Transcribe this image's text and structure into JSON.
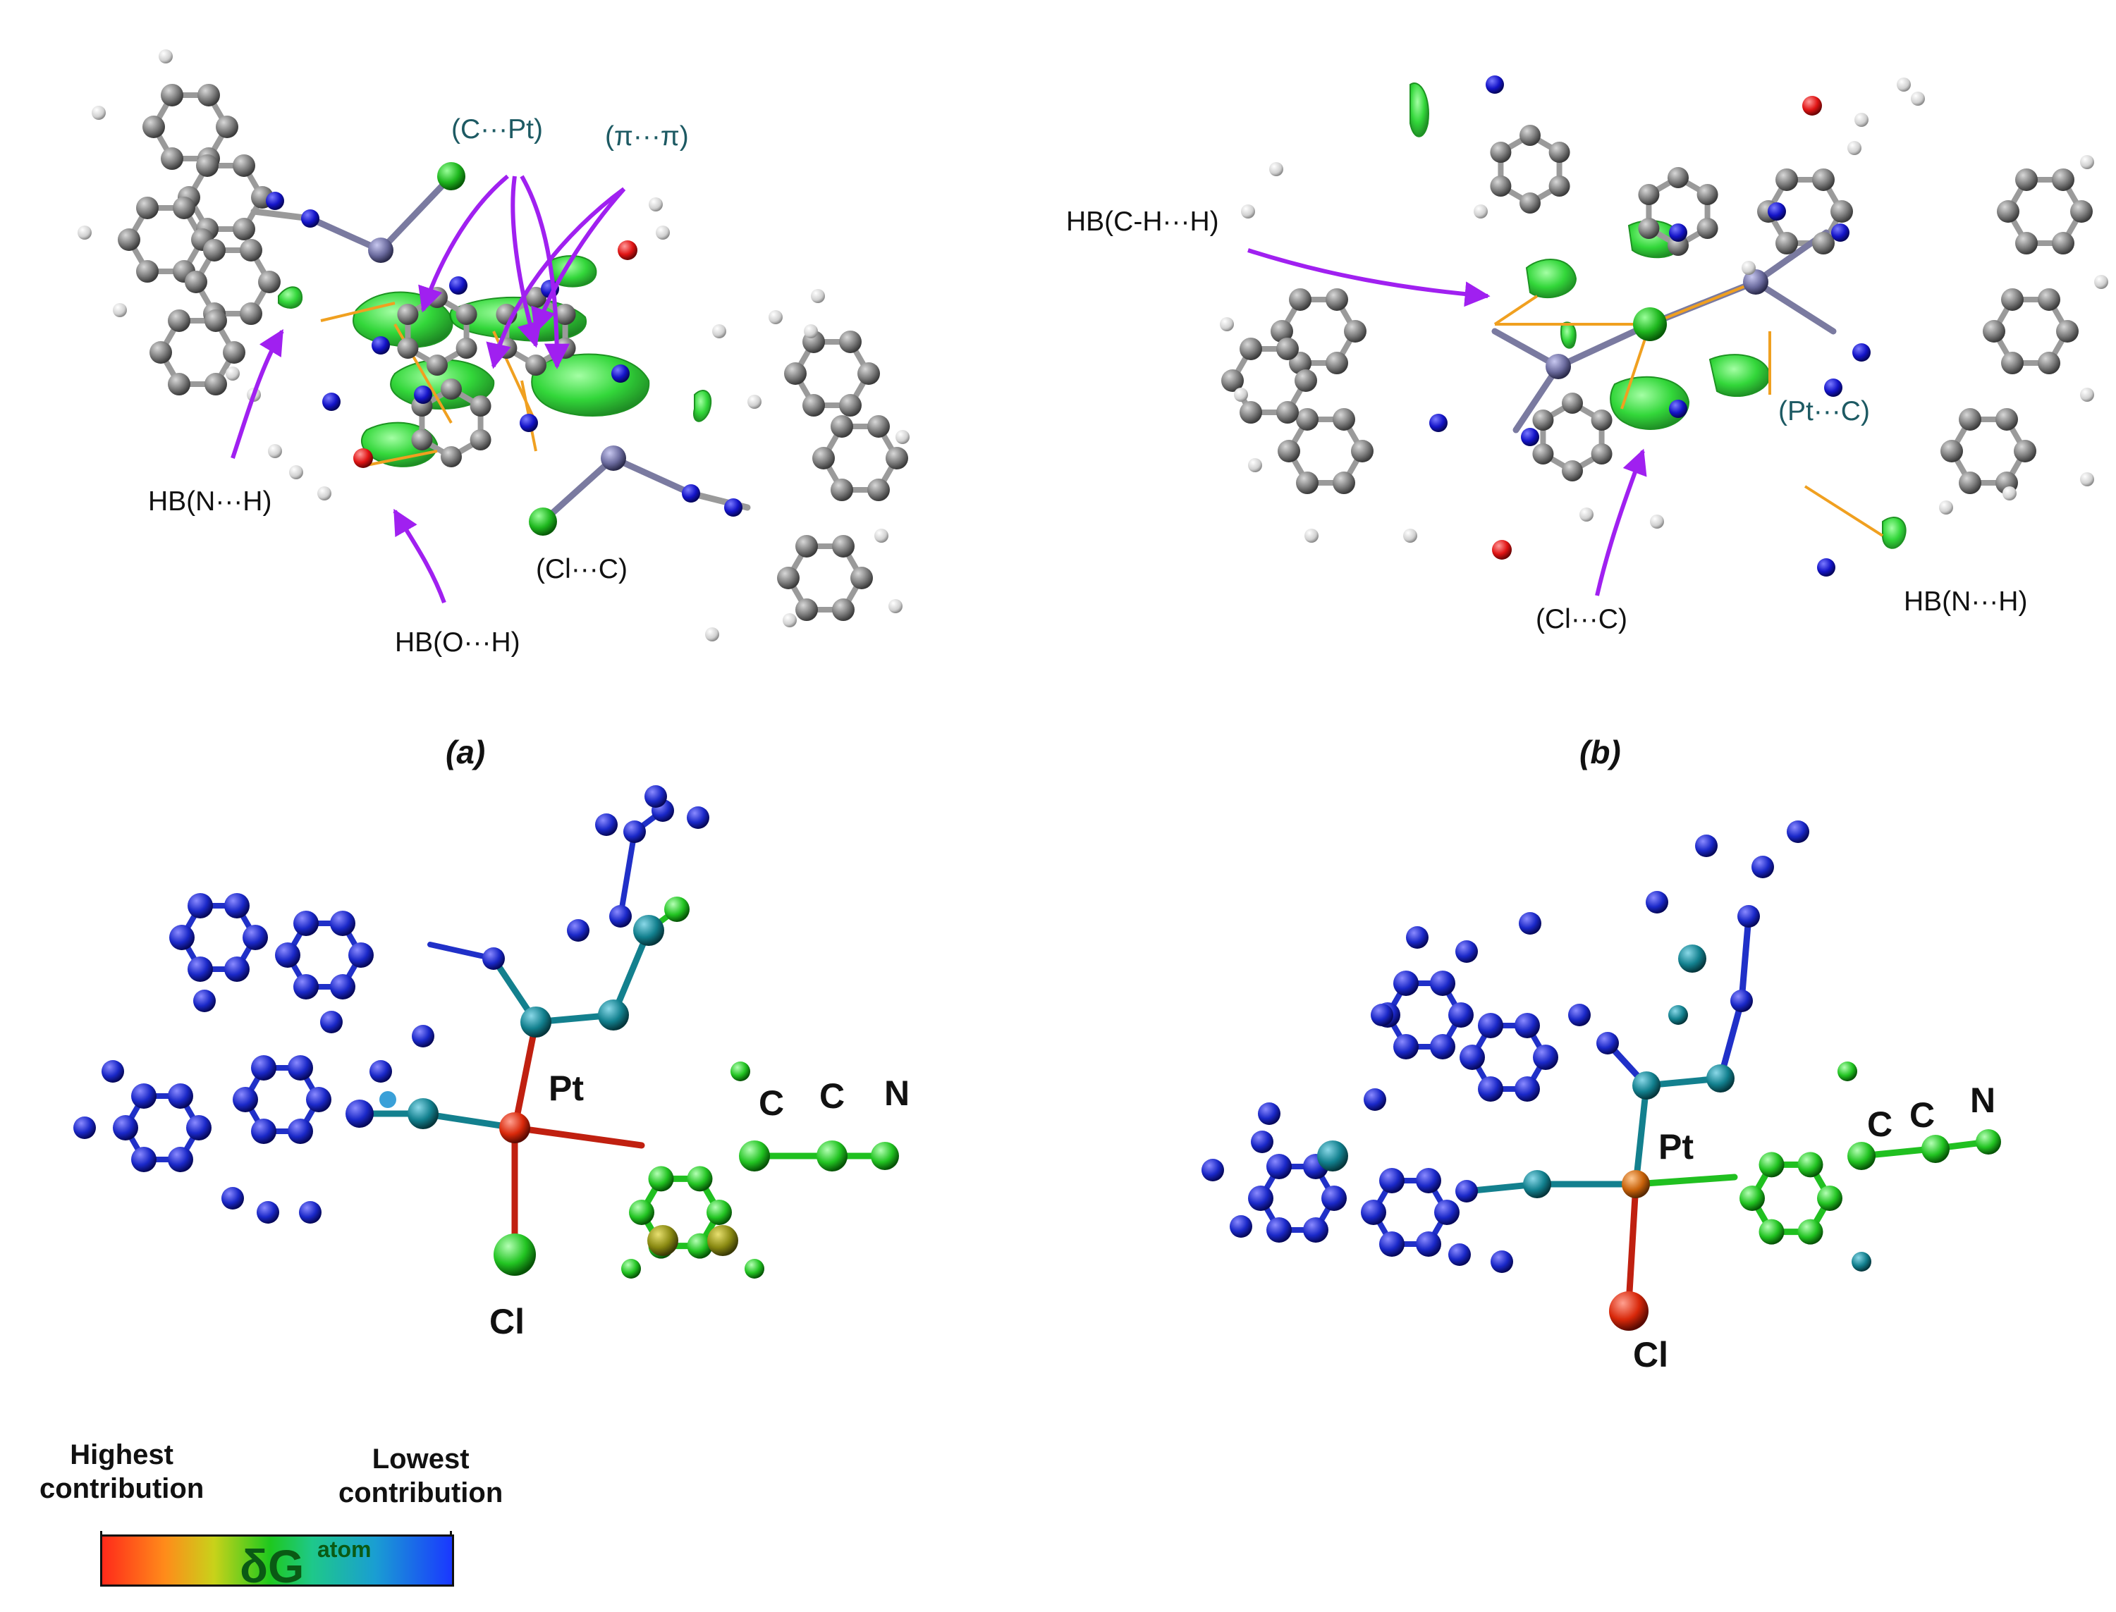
{
  "panels": {
    "a": {
      "label": "(a)",
      "annotations": {
        "c_pt": "(C···Pt)",
        "pi_pi": "(π···π)",
        "hb_nh": "HB(N···H)",
        "hb_oh": "HB(O···H)",
        "cl_c": "(Cl···C)"
      }
    },
    "b": {
      "label": "(b)",
      "annotations": {
        "hb_chh": "HB(C-H···H)",
        "pt_c": "(Pt···C)",
        "cl_c": "(Cl···C)",
        "hb_nh": "HB(N···H)"
      }
    }
  },
  "contribution_models": {
    "left": {
      "pt": "Pt",
      "cl": "Cl",
      "c1": "C",
      "c2": "C",
      "n": "N"
    },
    "right": {
      "pt": "Pt",
      "cl": "Cl",
      "c1": "C",
      "c2": "C",
      "n": "N"
    }
  },
  "legend": {
    "highest_line1": "Highest",
    "highest_line2": "contribution",
    "lowest_line1": "Lowest",
    "lowest_line2": "contribution",
    "symbol": "δG",
    "superscript": "atom",
    "gradient_colors": [
      "#ff2a1a",
      "#ff8c1a",
      "#c8d21a",
      "#1ec81e",
      "#1ec88a",
      "#1a9ed2",
      "#1a38ff"
    ]
  },
  "colors": {
    "carbon": "#8a8a8a",
    "hydrogen": "#f0f0f0",
    "nitrogen": "#1414c8",
    "oxygen": "#e01414",
    "chlorine": "#1fb81f",
    "platinum": "#6b6b9e",
    "nci_surface": "#22d42a",
    "arrow": "#a020f0",
    "bond_path": "#f0a020"
  }
}
